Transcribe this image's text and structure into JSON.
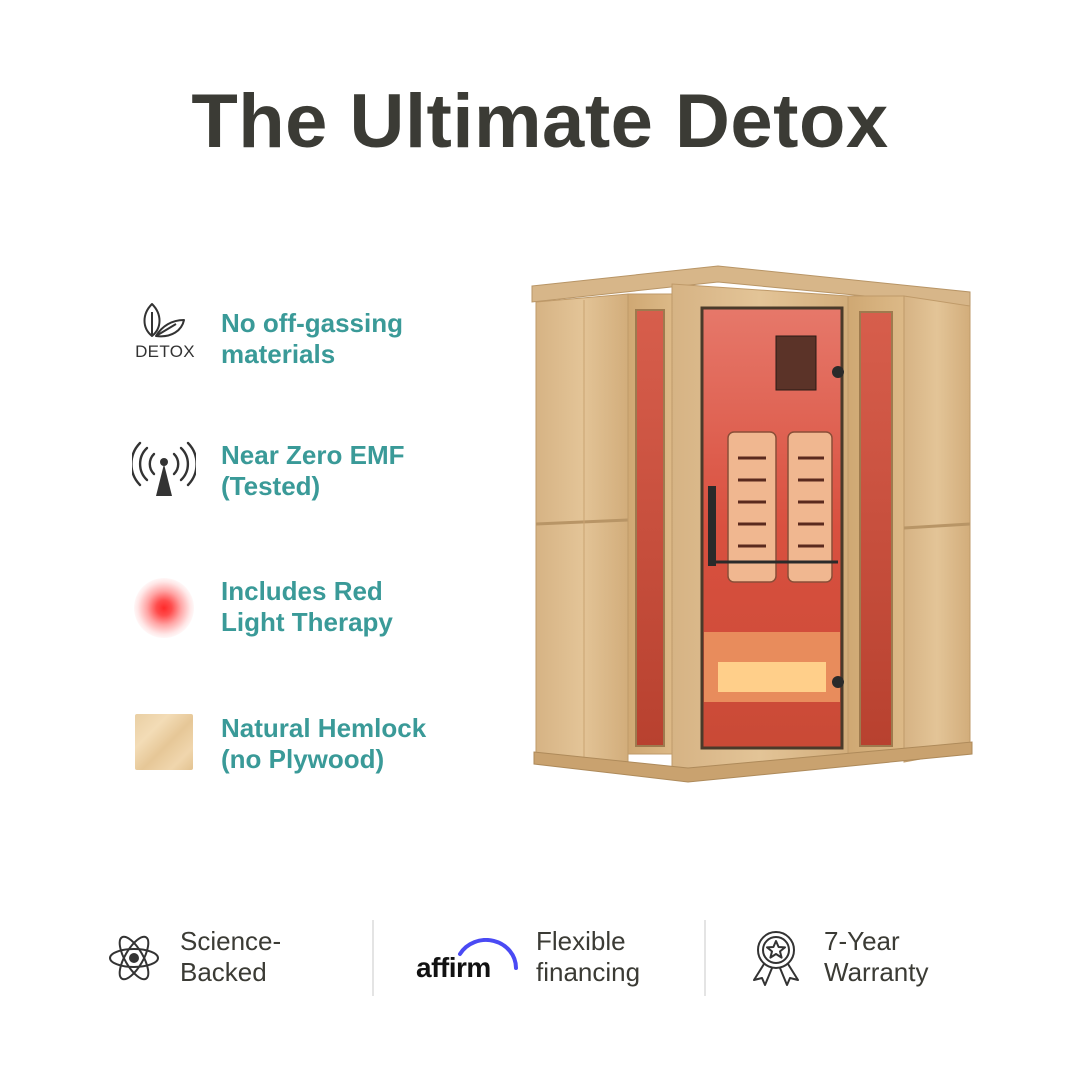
{
  "title": "The Ultimate Detox",
  "features": [
    {
      "icon": "detox-leaf-icon",
      "icon_label": "DETOX",
      "line1": "No off-gassing",
      "line2": "materials"
    },
    {
      "icon": "emf-antenna-icon",
      "line1": "Near Zero EMF",
      "line2": "(Tested)"
    },
    {
      "icon": "red-light-icon",
      "line1": "Includes Red",
      "line2": "Light Therapy"
    },
    {
      "icon": "hemlock-wood-icon",
      "line1": "Natural Hemlock",
      "line2": "(no Plywood)"
    }
  ],
  "product_image": "sauna-icon",
  "badges": [
    {
      "icon": "atom-icon",
      "line1": "Science-",
      "line2": "Backed"
    },
    {
      "icon": "affirm-logo",
      "logo_text": "affirm",
      "line1": "Flexible",
      "line2": "financing"
    },
    {
      "icon": "award-ribbon-icon",
      "line1": "7-Year",
      "line2": "Warranty"
    }
  ],
  "colors": {
    "title": "#3b3b35",
    "feature_text": "#3a9a98",
    "badge_text": "#3b3b35",
    "affirm_arc": "#4a4af4"
  }
}
